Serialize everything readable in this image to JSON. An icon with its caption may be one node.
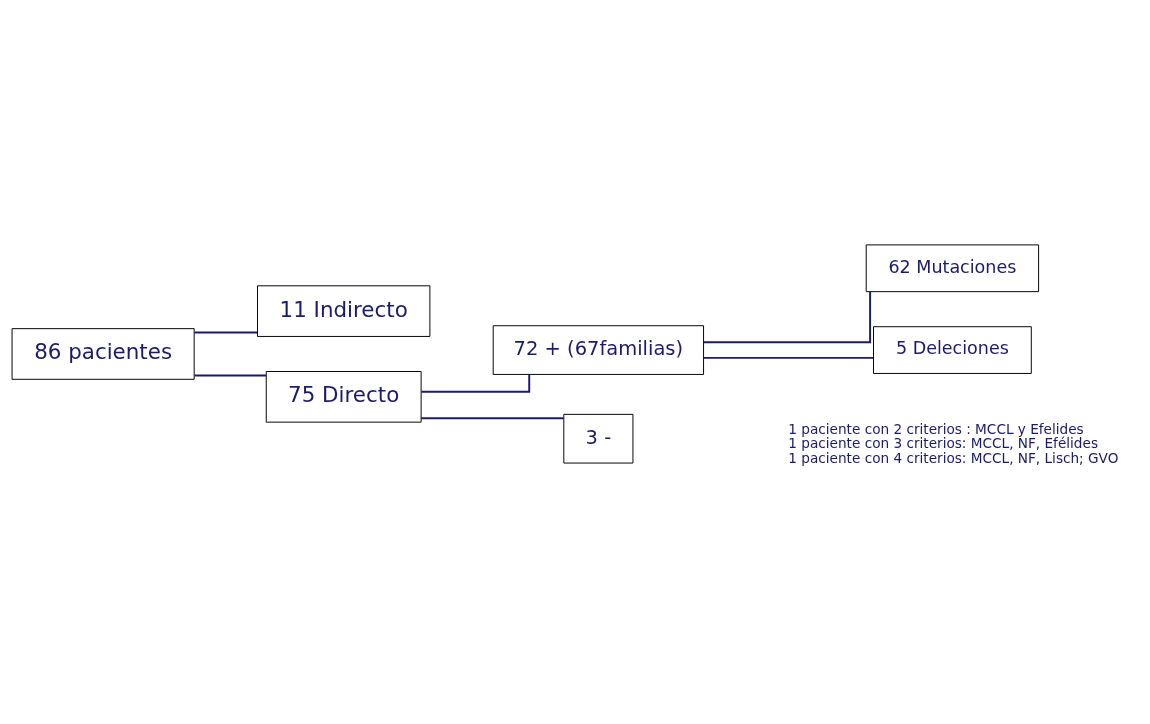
{
  "diagram": {
    "nodes": [
      {
        "text": [
          "86 pacientes"
        ]
      },
      {
        "text": [
          "11 Indirecto"
        ]
      },
      {
        "text": [
          "75 Directo"
        ]
      },
      {
        "text": [
          "72 + (67familias)"
        ]
      },
      {
        "text": [
          "62 Mutaciones"
        ]
      },
      {
        "text": [
          "5 Deleciones"
        ]
      },
      {
        "text": [
          "3 -"
        ],
        "beside": [
          "1 paciente con 2 criterios : MCCL y Efelides",
          "1 paciente con 3 criterios: MCCL, NF, Efélides",
          "1 paciente con 4 criterios: MCCL, NF, Lisch; GVO"
        ]
      }
    ],
    "edges": [
      {
        "from": 0,
        "to": 1,
        "arrow": "none"
      },
      {
        "from": 0,
        "to": 2,
        "arrow": "none"
      },
      {
        "from": 2,
        "to": 3,
        "arrow": "none"
      },
      {
        "from": 2,
        "to": 6,
        "arrow": "none"
      },
      {
        "from": 3,
        "to": 4,
        "arrow": "none"
      },
      {
        "from": 3,
        "to": 5,
        "arrow": "none"
      }
    ]
  }
}
